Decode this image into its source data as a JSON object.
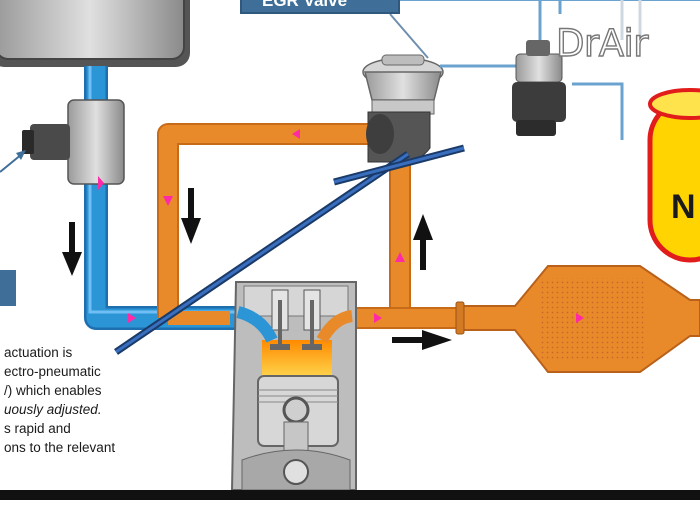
{
  "labels": {
    "egr_valve": "EGR Valve",
    "logo": "DrAir",
    "tank_letter": "N"
  },
  "caption_lines": [
    "actuation is",
    "ectro-pneumatic",
    "/) which enables",
    "uously adjusted.",
    "s rapid and",
    "ons to the relevant"
  ],
  "colors": {
    "intake_flow": "#2b95d6",
    "exhaust_flow": "#e98a2a",
    "flow_marker": "#ff2aa5",
    "engine_grey": "#bdbdbd",
    "label_box": "#3f6f98",
    "tank_fill": "#ffd400",
    "tank_outline": "#e21b1b"
  }
}
